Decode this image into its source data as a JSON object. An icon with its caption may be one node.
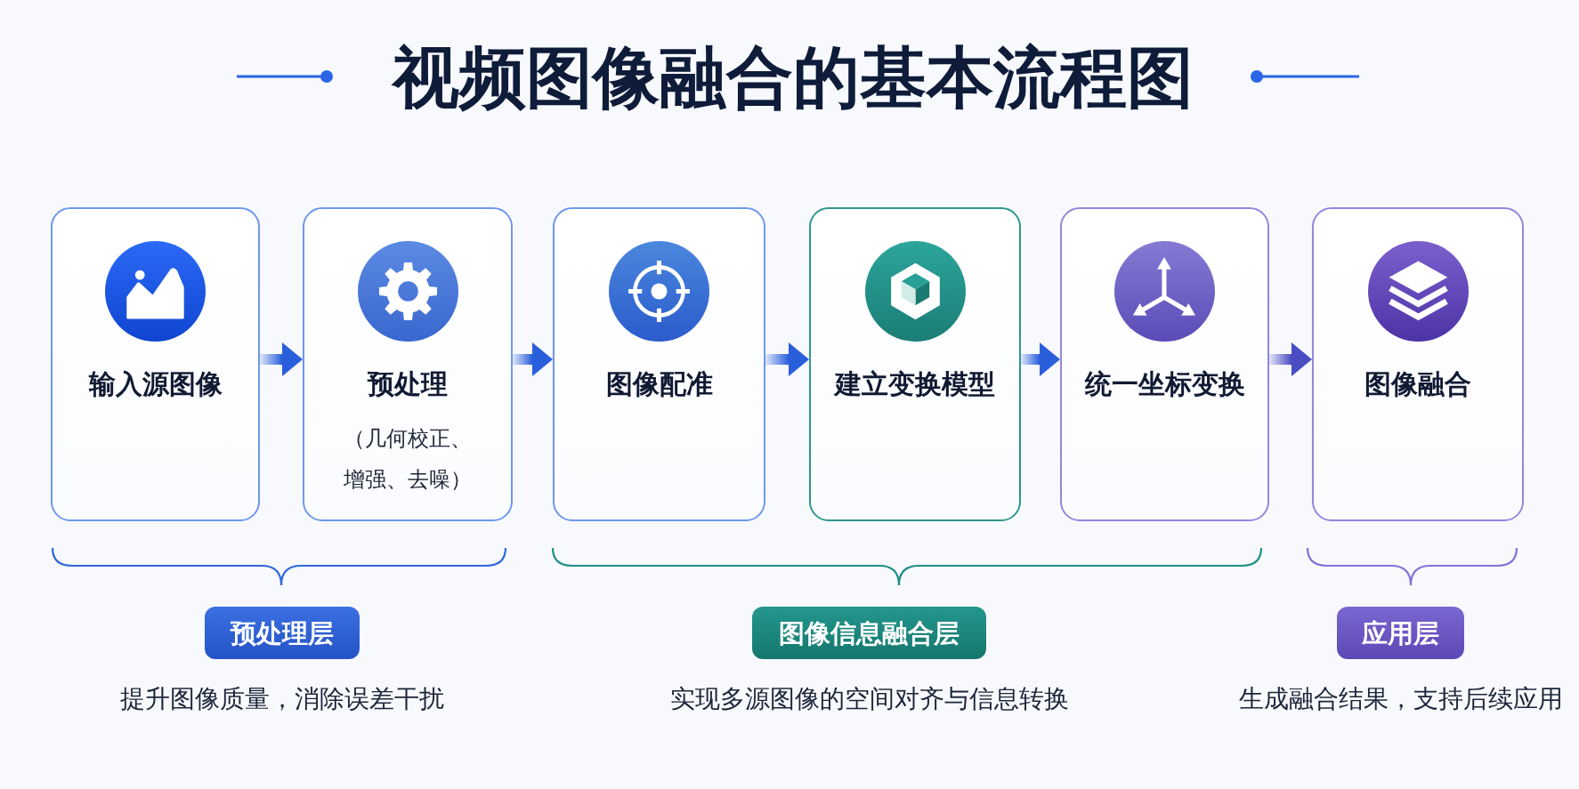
{
  "diagram": {
    "title": "视频图像融合的基本流程图",
    "nodes": [
      {
        "text": [
          "输入源图像"
        ]
      },
      {
        "text": [
          "预处理",
          "（几何校正、增强、去噪）"
        ]
      },
      {
        "text": [
          "图像配准"
        ]
      },
      {
        "text": [
          "建立变换模型"
        ]
      },
      {
        "text": [
          "统一坐标变换"
        ]
      },
      {
        "text": [
          "图像融合"
        ]
      },
      {
        "text": [
          "预处理层"
        ],
        "beside": [
          "提升图像质量，消除误差干扰"
        ]
      },
      {
        "text": [
          "图像信息融合层"
        ],
        "beside": [
          "实现多源图像的空间对齐与信息转换"
        ]
      },
      {
        "text": [
          "应用层"
        ],
        "beside": [
          "生成融合结果，支持后续应用"
        ]
      }
    ],
    "edges": [
      {
        "from": 0,
        "to": 1,
        "arrow": "to"
      },
      {
        "from": 1,
        "to": 2,
        "arrow": "to"
      },
      {
        "from": 2,
        "to": 3,
        "arrow": "to"
      },
      {
        "from": 3,
        "to": 4,
        "arrow": "to"
      },
      {
        "from": 4,
        "to": 5,
        "arrow": "to",
        "color": "#4a4cc2"
      }
    ]
  }
}
